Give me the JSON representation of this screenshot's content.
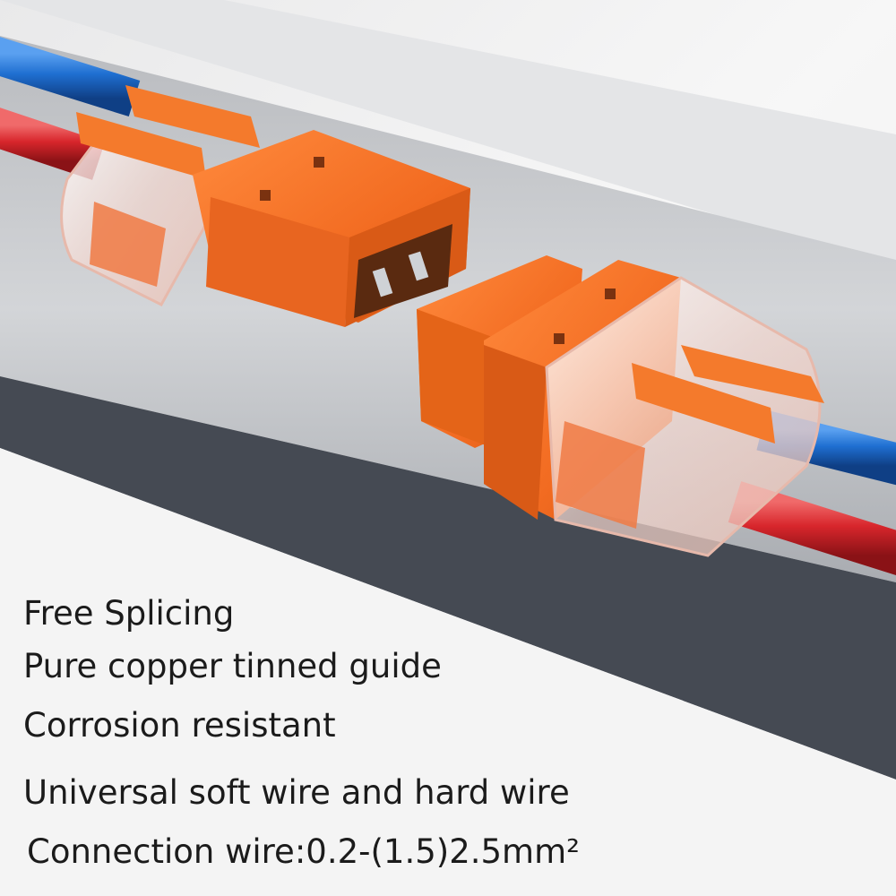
{
  "product_photo": {
    "subject": "orange quick wire connector pair with clear lever housings",
    "colors": {
      "connector_orange": "#f26b21",
      "wire_blue": "#1f6fd1",
      "wire_red": "#d8262c",
      "band_dark": "#4a4e57",
      "band_light": "#c9cbce",
      "background": "#f2f2f2"
    }
  },
  "features": [
    "Free Splicing",
    "Pure copper tinned guide",
    "Corrosion resistant",
    "Universal soft wire and hard wire",
    "Connection wire:0.2-(1.5)2.5mm²"
  ]
}
